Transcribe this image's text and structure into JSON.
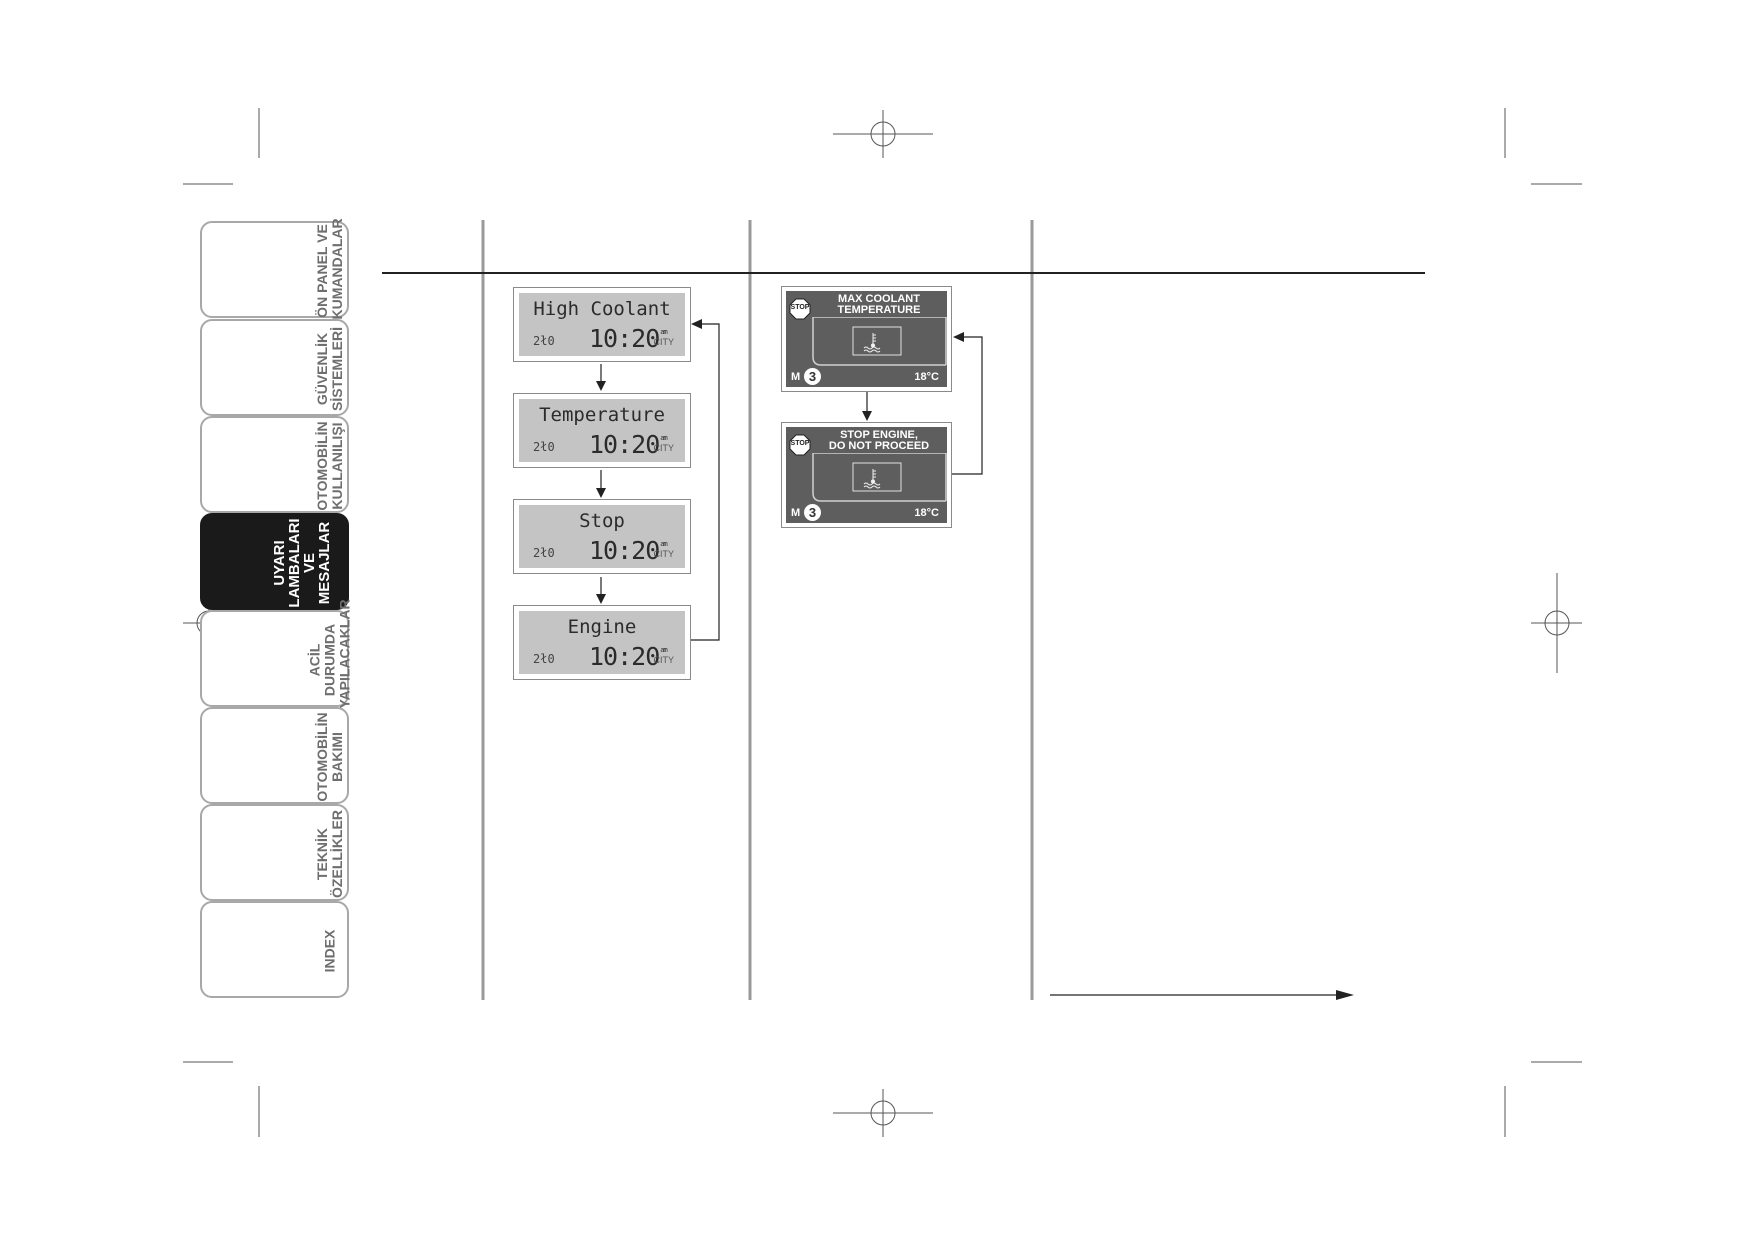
{
  "tabs": [
    {
      "label": "ÖN PANEL VE\nKUMANDALAR",
      "active": false
    },
    {
      "label": "GÜVENLİK\nSİSTEMLERİ",
      "active": false
    },
    {
      "label": "OTOMOBİLİN\nKULLANILIŞI",
      "active": false
    },
    {
      "label": "UYARI\nLAMBALARI VE\nMESAJLAR",
      "active": true
    },
    {
      "label": "ACİL DURUMDA\nYAPILACAKLAR",
      "active": false
    },
    {
      "label": "OTOMOBİLİN\nBAKIMI",
      "active": false
    },
    {
      "label": "TEKNİK\nÖZELLİKLER",
      "active": false
    },
    {
      "label": "INDEX",
      "active": false
    }
  ],
  "lcd_screens": [
    {
      "message": "High Coolant",
      "odo": "2ł0",
      "time": "10:20",
      "ampm": "am",
      "mode": "CITY"
    },
    {
      "message": "Temperature",
      "odo": "2ł0",
      "time": "10:20",
      "ampm": "am",
      "mode": "CITY"
    },
    {
      "message": "Stop",
      "odo": "2ł0",
      "time": "10:20",
      "ampm": "am",
      "mode": "CITY"
    },
    {
      "message": "Engine",
      "odo": "2ł0",
      "time": "10:20",
      "ampm": "am",
      "mode": "CITY"
    }
  ],
  "tft_screens": [
    {
      "stop": "STOP",
      "title": "MAX COOLANT\nTEMPERATURE",
      "m": "M",
      "gear": "3",
      "temp": "18°C"
    },
    {
      "stop": "STOP",
      "title": "STOP ENGINE,\nDO NOT PROCEED",
      "m": "M",
      "gear": "3",
      "temp": "18°C"
    }
  ]
}
